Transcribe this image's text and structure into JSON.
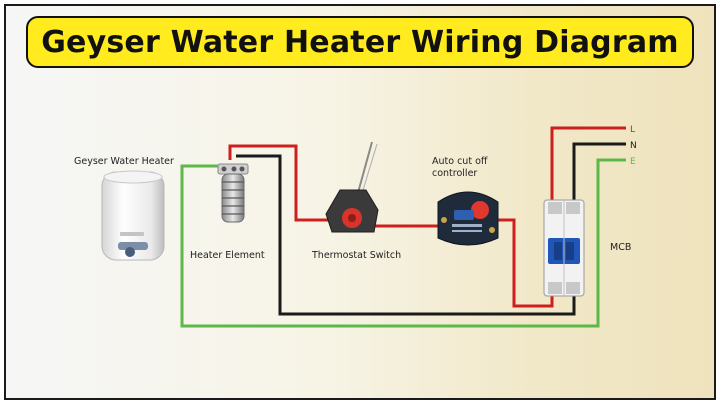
{
  "title": "Geyser Water Heater Wiring Diagram",
  "labels": {
    "geyser": "Geyser Water Heater",
    "heater_element": "Heater Element",
    "thermostat": "Thermostat Switch",
    "auto_cut_line1": "Auto cut off",
    "auto_cut_line2": "controller",
    "mcb": "MCB"
  },
  "terminals": {
    "live": "L",
    "neutral": "N",
    "earth": "E"
  },
  "colors": {
    "title_bg": "#ffeb1e",
    "live_wire": "#cc1f1f",
    "neutral_wire": "#1a1a1a",
    "earth_wire": "#5cb848"
  }
}
